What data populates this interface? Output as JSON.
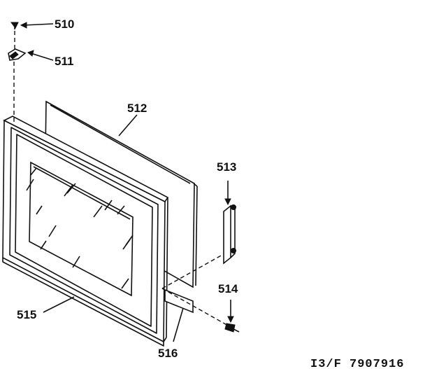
{
  "diagram": {
    "labels": {
      "p510": "510",
      "p511": "511",
      "p512": "512",
      "p513": "513",
      "p514": "514",
      "p515": "515",
      "p516": "516"
    },
    "reference": "I3/F 7907916"
  }
}
